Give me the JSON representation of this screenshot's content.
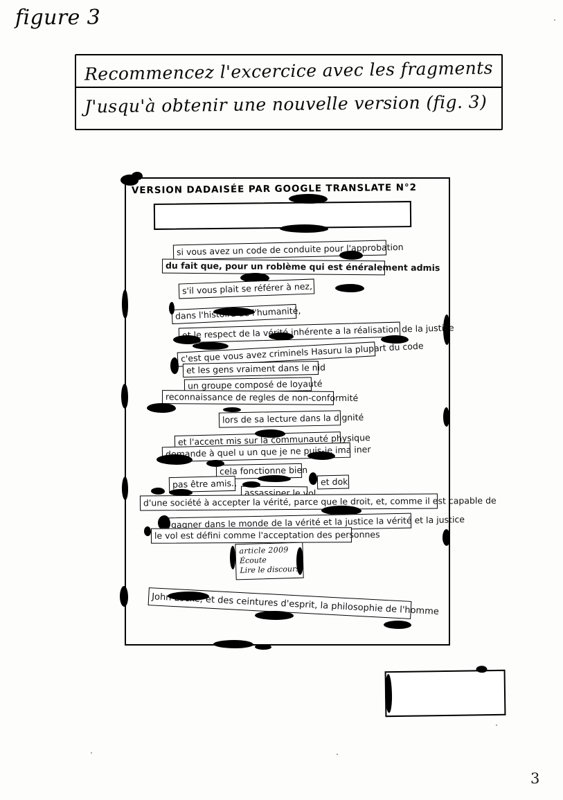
{
  "page": {
    "number": "3",
    "background_color": "#fdfdfc",
    "ink_color": "#000000"
  },
  "header": {
    "line_1": "Recommencez l'excercice avec les fragments",
    "line_2": "J'usqu'à obtenir une nouvelle version (fig. 3)"
  },
  "collage": {
    "title": "VERSION DADAISÉE PAR GOOGLE TRANSLATE N°2",
    "fragments": [
      {
        "id": 1,
        "text": "si vous avez un code de conduite pour l'approbation"
      },
      {
        "id": 2,
        "text": "du fait que, pour un   roblème qui est   énéralement admis"
      },
      {
        "id": 3,
        "text": "s'il vous plait se référer à nez,"
      },
      {
        "id": 4,
        "text": "dans l'histoire de l'humanité,"
      },
      {
        "id": 5,
        "text": "et le respect de la vérité inhérente a la réalisation de la justice"
      },
      {
        "id": 6,
        "text": "c'est que vous avez criminels Hasuru la plupart du code"
      },
      {
        "id": 7,
        "text": "et les gens vraiment dans le nid"
      },
      {
        "id": 8,
        "text": "un groupe composé de loyauté"
      },
      {
        "id": 9,
        "text": "reconnaissance de regles de non-conformité"
      },
      {
        "id": 10,
        "text": "lors de sa lecture dans la dignité"
      },
      {
        "id": 11,
        "text": "et l'accent mis sur la communauté physique"
      },
      {
        "id": 12,
        "text": "demande à quel  u un que je ne puis-je ima  iner"
      },
      {
        "id": 13,
        "text": "cela fonctionne bien"
      },
      {
        "id": 14,
        "text": "pas être amis.,"
      },
      {
        "id": 15,
        "text": "assassiner le vol"
      },
      {
        "id": 16,
        "text": "et dok"
      },
      {
        "id": 17,
        "text": "d'une société à accepter la vérité, parce que le droit, et, comme il est capable de"
      },
      {
        "id": 18,
        "text": "gagner dans le monde de la vérité et la justice  la vérité et la justice"
      },
      {
        "id": 19,
        "text": "le vol est défini comme l'acceptation des personnes"
      },
      {
        "id": 20,
        "text": "John Locke, et des ceintures d'esprit, la philosophie de l'homme"
      }
    ],
    "handwritten_note": {
      "line_1": "article  2009",
      "line_2": "Écoute",
      "line_3": "Lire le discours"
    }
  },
  "figure": {
    "caption": "figure 3"
  }
}
